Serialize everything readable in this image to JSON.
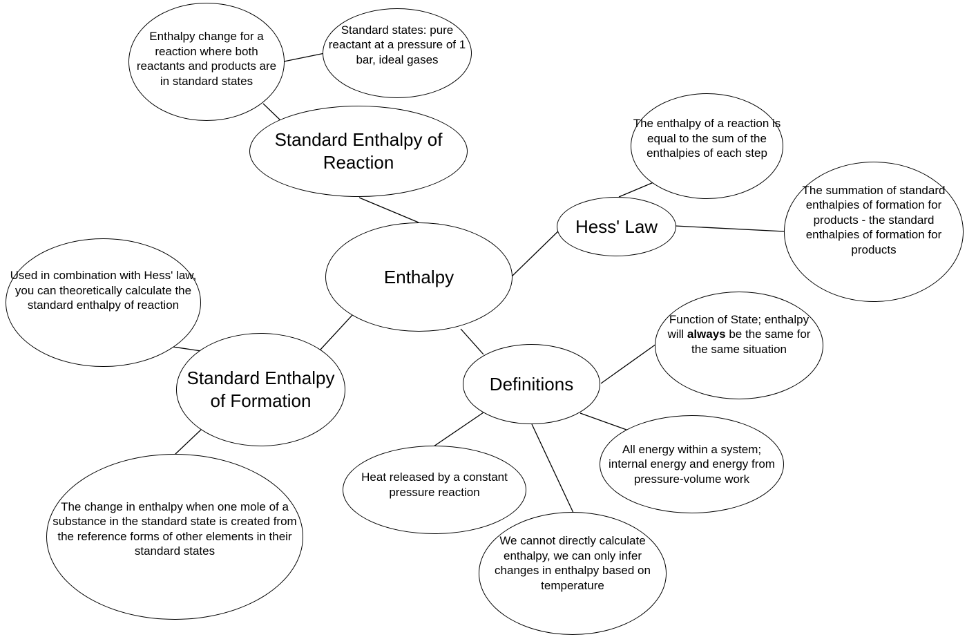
{
  "nodes": {
    "enthalpy": "Enthalpy",
    "standard_reaction": "Standard Enthalpy of Reaction",
    "standard_formation": "Standard Enthalpy of Formation",
    "hess_law": "Hess' Law",
    "definitions": "Definitions",
    "reaction_def": "Enthalpy change for a reaction where both reactants and products are in standard states",
    "standard_states": "Standard states: pure reactant at a pressure of 1 bar, ideal gases",
    "hess_sum_steps": "The enthalpy of a reaction is equal to the sum of the enthalpies of each step",
    "hess_summation": "The summation of standard enthalpies of formation for products - the standard enthalpies of formation for products",
    "hess_combination": "Used in combination with Hess' law, you can theoretically calculate the standard enthalpy of reaction",
    "formation_def": "The change in enthalpy when one mole of a substance in the standard state is created from the reference forms of other elements in their standard states",
    "state_function_pre": "Function of State; enthalpy will ",
    "state_function_bold": "always",
    "state_function_post": " be the same for the same situation",
    "all_energy": "All energy within a system; internal energy and energy from pressure-volume work",
    "heat_released": "Heat released by a constant pressure reaction",
    "cannot_calculate": "We cannot directly calculate enthalpy, we can only infer changes in enthalpy based on temperature"
  }
}
